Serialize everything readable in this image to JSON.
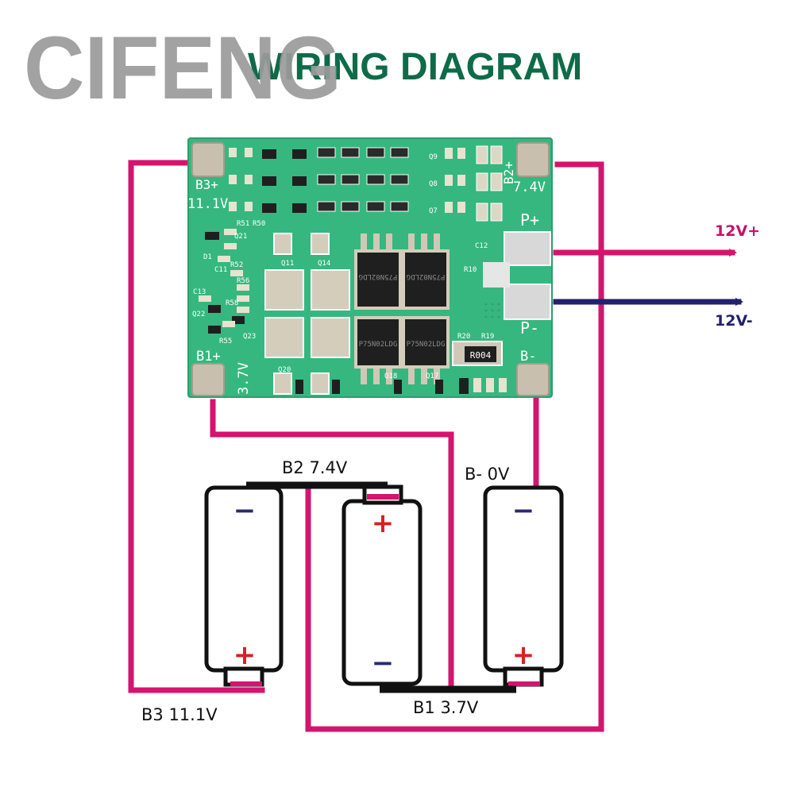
{
  "watermark": "CIFENG",
  "title": "WIRING DIAGRAM",
  "board": {
    "pad_b3": "B3+",
    "pad_b3_voltage": "11.1V",
    "pad_b2": "B2+",
    "pad_b2_voltage": "7.4V",
    "pad_pplus": "P+",
    "pad_pminus": "P-",
    "pad_b1": "B1+",
    "pad_b1_voltage": "3.7V",
    "pad_bminus": "B-",
    "resistor_code": "R004",
    "mosfet_text": "P75N02LDG",
    "silk_labels": [
      "R51",
      "R50",
      "D1",
      "Q21",
      "C11",
      "R52",
      "R56",
      "C13",
      "R58",
      "Q22",
      "R55",
      "Q23",
      "Q11",
      "Q14",
      "C12",
      "R10",
      "R20",
      "R19",
      "Q20",
      "Q17",
      "Q18",
      "Q9",
      "Q8",
      "Q7"
    ]
  },
  "outputs": {
    "positive": "12V+",
    "negative": "12V-"
  },
  "battery_labels": {
    "b2": "B2 7.4V",
    "bminus": "B- 0V",
    "b3": "B3 11.1V",
    "b1": "B1 3.7V"
  },
  "battery_terminals": {
    "plus": "+",
    "minus": "−"
  },
  "colors": {
    "wire_pink": "#d4146e",
    "wire_navy": "#23206e",
    "board_green": "#36b77f",
    "title_green": "#0e6b4a",
    "label_pink": "#c8106b",
    "watermark_gray": "#9a9a9a",
    "terminal_red": "#d92020",
    "terminal_navy": "#2a2a72"
  }
}
